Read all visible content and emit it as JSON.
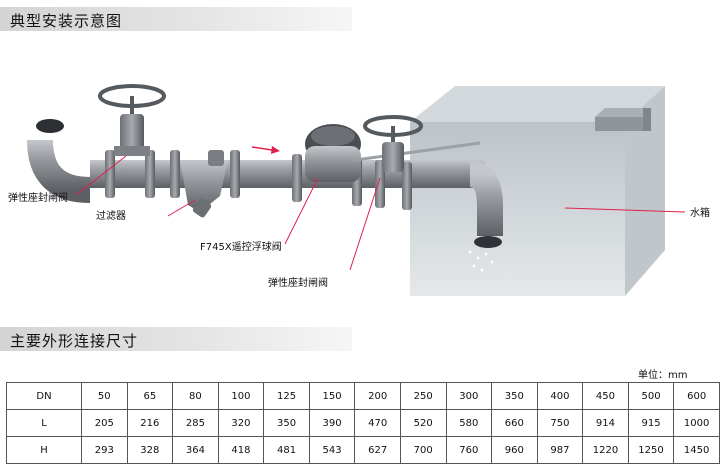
{
  "section1": {
    "title": "典型安装示意图"
  },
  "diagram": {
    "labels": {
      "gate_valve_left": "弹性座封闸阀",
      "strainer": "过滤器",
      "float_valve": "F745X遥控浮球阀",
      "gate_valve_right": "弹性座封闸阀",
      "water_tank": "水箱"
    },
    "colors": {
      "leader_line": "#e0204a",
      "pipe": "#8c9096",
      "tank": "#c9cfd3"
    }
  },
  "section2": {
    "title": "主要外形连接尺寸"
  },
  "unit": "单位：mm",
  "table": {
    "rows": [
      {
        "label": "DN",
        "values": [
          "50",
          "65",
          "80",
          "100",
          "125",
          "150",
          "200",
          "250",
          "300",
          "350",
          "400",
          "450",
          "500",
          "600"
        ]
      },
      {
        "label": "L",
        "values": [
          "205",
          "216",
          "285",
          "320",
          "350",
          "390",
          "470",
          "520",
          "580",
          "660",
          "750",
          "914",
          "915",
          "1000"
        ]
      },
      {
        "label": "H",
        "values": [
          "293",
          "328",
          "364",
          "418",
          "481",
          "543",
          "627",
          "700",
          "760",
          "960",
          "987",
          "1220",
          "1250",
          "1450"
        ]
      }
    ]
  }
}
